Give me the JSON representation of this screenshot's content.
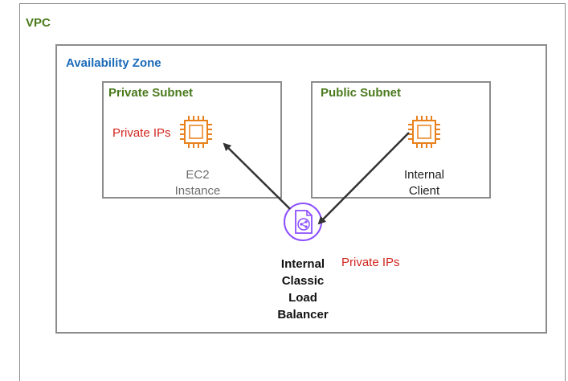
{
  "labels": {
    "vpc": "VPC",
    "availability_zone": "Availability Zone",
    "private_subnet": "Private  Subnet",
    "public_subnet": "Public Subnet"
  },
  "annotations": {
    "private_ips_left": "Private IPs",
    "private_ips_right": "Private IPs"
  },
  "nodes": {
    "ec2": {
      "line1": "EC2",
      "line2": "Instance",
      "icon": "ec2-chip-icon"
    },
    "client": {
      "line1": "Internal",
      "line2": "Client",
      "icon": "ec2-chip-icon"
    },
    "load_balancer": {
      "line1": "Internal",
      "line2": "Classic",
      "line3": "Load",
      "line4": "Balancer",
      "icon": "load-balancer-icon"
    }
  },
  "colors": {
    "vpc_label": "#4a7a1c",
    "az_label": "#1b6bb8",
    "subnet_label": "#4a7a1c",
    "private_ips": "#d0251e",
    "chip": "#e8811c",
    "load_balancer": "#8c4fff",
    "arrow": "#333333",
    "border": "#8c8c8c"
  }
}
